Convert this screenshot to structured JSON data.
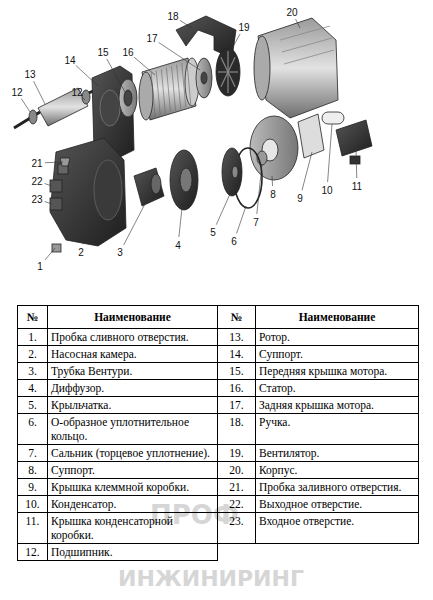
{
  "diagram": {
    "labels": [
      "13",
      "12",
      "14",
      "12",
      "15",
      "16",
      "17",
      "18",
      "19",
      "20",
      "21",
      "22",
      "23",
      "9",
      "10",
      "11",
      "8",
      "7",
      "6",
      "5",
      "4",
      "3",
      "2",
      "1",
      "№",
      "Наименование",
      "№",
      "Наименование",
      "1.",
      "Пробка сливного отверстия.",
      "13.",
      "Ротор.",
      "2.",
      "Насосная камера.",
      "14.",
      "Суппорт.",
      "3.",
      "Трубка Вентури.",
      "15.",
      "Передняя крышка мотора.",
      "4.",
      "Диффузор.",
      "16.",
      "Статор.",
      "5.",
      "Крыльчатка.",
      "17.",
      "Задняя крышка мотора.",
      "6.",
      "О-образное уплотнительное кольцо.",
      "18.",
      "Ручка.",
      "7.",
      "Сальник (торцевое уплотнение).",
      "19.",
      "Вентилятор.",
      "8.",
      "Суппорт.",
      "20.",
      "Корпус.",
      "9.",
      "Крышка клеммной коробки.",
      "21.",
      "Пробка заливного отверстия.",
      "10.",
      "Конденсатор.",
      "22.",
      "Выходное отверстие.",
      "11.",
      "Крышка конденсаторной коробки.",
      "23.",
      "Входное отверстие.",
      "12.",
      "Подшипник.",
      "ПРОФ",
      "ИНЖИНИРИНГ"
    ]
  }
}
